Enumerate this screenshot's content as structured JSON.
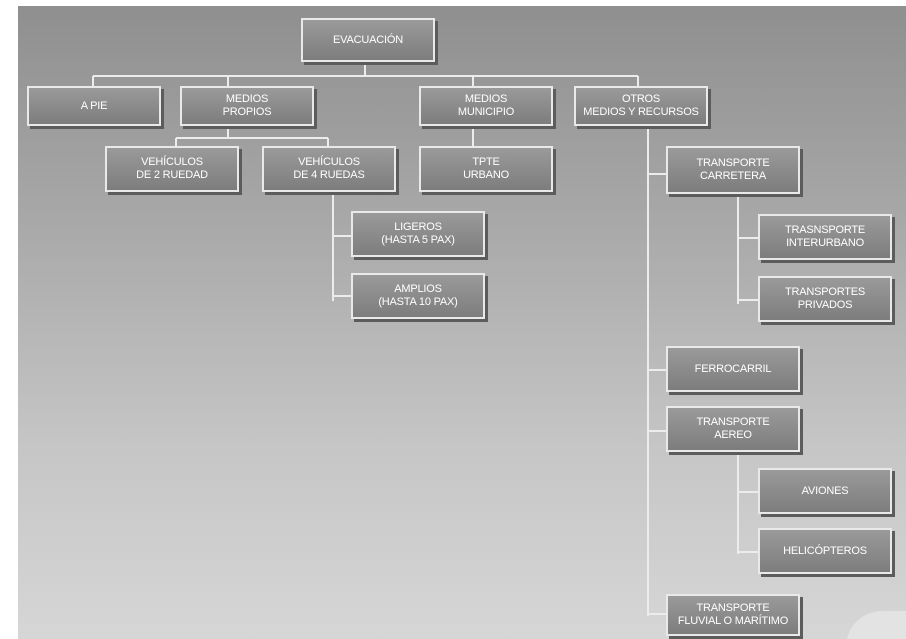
{
  "diagram": {
    "root": {
      "lines": [
        "EVACUACIÓN"
      ]
    },
    "level1": {
      "a_pie": {
        "lines": [
          "A PIE"
        ]
      },
      "medios_propios": {
        "lines": [
          "MEDIOS",
          "PROPIOS"
        ]
      },
      "medios_municipio": {
        "lines": [
          "MEDIOS",
          "MUNICIPIO"
        ]
      },
      "otros_medios": {
        "lines": [
          "OTROS",
          "MEDIOS Y RECURSOS"
        ]
      }
    },
    "medios_propios_children": {
      "vehiculos_2": {
        "lines": [
          "VEHÍCULOS",
          "DE 2 RUEDAD"
        ]
      },
      "vehiculos_4": {
        "lines": [
          "VEHÍCULOS",
          "DE 4 RUEDAS"
        ]
      }
    },
    "vehiculos_4_children": {
      "ligeros": {
        "lines": [
          "LIGEROS",
          "(HASTA 5 PAX)"
        ]
      },
      "amplios": {
        "lines": [
          "AMPLIOS",
          "(HASTA 10 PAX)"
        ]
      }
    },
    "medios_municipio_children": {
      "tpte_urbano": {
        "lines": [
          "TPTE",
          "URBANO"
        ]
      }
    },
    "otros_children": {
      "transporte_carretera": {
        "lines": [
          "TRANSPORTE",
          "CARRETERA"
        ]
      },
      "ferrocarril": {
        "lines": [
          "FERROCARRIL"
        ]
      },
      "transporte_aereo": {
        "lines": [
          "TRANSPORTE",
          "AEREO"
        ]
      },
      "transporte_fluvial": {
        "lines": [
          "TRANSPORTE",
          "FLUVIAL O  MARÍTIMO"
        ]
      }
    },
    "carretera_children": {
      "interurbano": {
        "lines": [
          "TRASNSPORTE",
          "INTERURBANO"
        ]
      },
      "privados": {
        "lines": [
          "TRANSPORTES",
          "PRIVADOS"
        ]
      }
    },
    "aereo_children": {
      "aviones": {
        "lines": [
          "AVIONES"
        ]
      },
      "helicopteros": {
        "lines": [
          "HELICÓPTEROS"
        ]
      }
    }
  }
}
